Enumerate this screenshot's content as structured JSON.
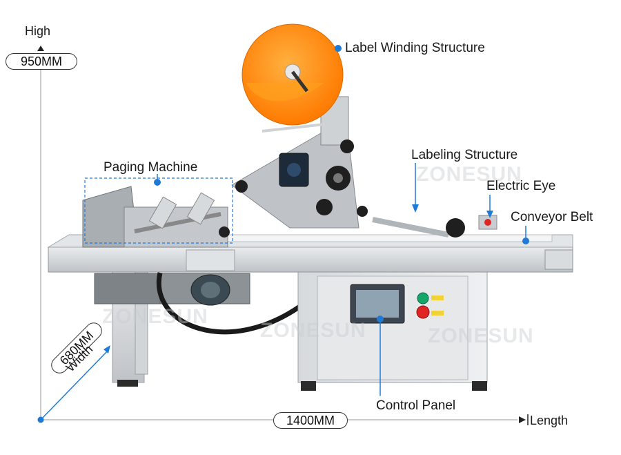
{
  "brand": {
    "watermark": "ZONESUN"
  },
  "dimensions": {
    "height_label": "High",
    "height_value": "950MM",
    "width_value": "680MM",
    "width_label": "Width",
    "length_value": "1400MM",
    "length_label": "Length"
  },
  "callouts": {
    "label_winding": "Label Winding Structure",
    "labeling": "Labeling Structure",
    "electric_eye": "Electric Eye",
    "conveyor_belt": "Conveyor Belt",
    "paging_machine": "Paging Machine",
    "control_panel": "Control Panel"
  },
  "colors": {
    "accent": "#1f7ad6",
    "reel": "#ff8a00",
    "steel": "#c8ccd0",
    "dark": "#2b2b2b"
  }
}
